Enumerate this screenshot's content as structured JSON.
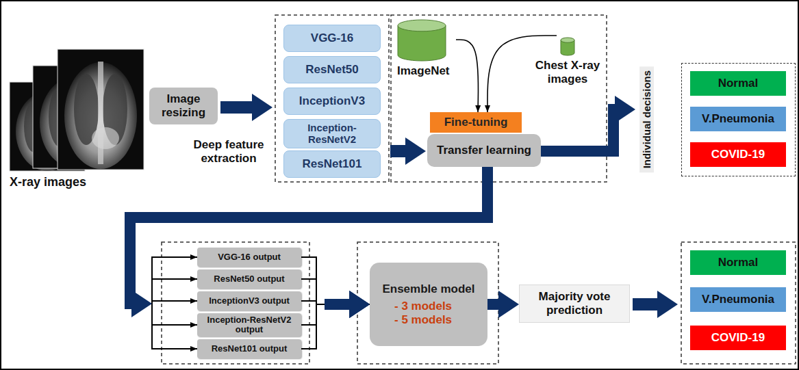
{
  "diagram": {
    "nodes": [
      {
        "text": [
          "Image resizing"
        ]
      },
      {
        "text": [
          "VGG-16"
        ]
      },
      {
        "text": [
          "ResNet50"
        ]
      },
      {
        "text": [
          "InceptionV3"
        ]
      },
      {
        "text": [
          "Inception-ResNetV2"
        ]
      },
      {
        "text": [
          "ResNet101"
        ]
      },
      {
        "text": [
          "ImageNet"
        ]
      },
      {
        "text": [
          "Chest X-ray images"
        ]
      },
      {
        "text": [
          "Fine-tuning"
        ]
      },
      {
        "text": [
          "Transfer learning"
        ]
      },
      {
        "text": [
          "Individual decisions"
        ]
      },
      {
        "text": [
          "Normal"
        ],
        "in": 10
      },
      {
        "text": [
          "V.Pneumonia"
        ],
        "in": 10
      },
      {
        "text": [
          "COVID-19"
        ],
        "in": 10
      },
      {
        "text": [
          "VGG-16 output"
        ]
      },
      {
        "text": [
          "ResNet50 output"
        ]
      },
      {
        "text": [
          "InceptionV3 output"
        ]
      },
      {
        "text": [
          "Inception-ResNetV2 output"
        ]
      },
      {
        "text": [
          "ResNet101 output"
        ]
      },
      {
        "text": [
          "Ensemble model",
          "- 3 models",
          "- 5 models"
        ]
      },
      {
        "text": [
          "Majority vote prediction"
        ]
      },
      {
        "text": [
          "Normal"
        ]
      },
      {
        "text": [
          "V.Pneumonia"
        ]
      },
      {
        "text": [
          "COVID-19"
        ]
      }
    ],
    "edges": [
      {
        "from": 6,
        "to": 8,
        "arrow": "to"
      },
      {
        "from": 7,
        "to": 8,
        "arrow": "to"
      },
      {
        "from": 9,
        "to": 10,
        "arrow": "to"
      },
      {
        "from": 9,
        "to": 14,
        "arrow": "to"
      },
      {
        "from": 9,
        "to": 15,
        "arrow": "to"
      },
      {
        "from": 9,
        "to": 16,
        "arrow": "to"
      },
      {
        "from": 9,
        "to": 17,
        "arrow": "to"
      },
      {
        "from": 9,
        "to": 18,
        "arrow": "to"
      },
      {
        "from": 14,
        "to": 19,
        "arrow": "to"
      },
      {
        "from": 15,
        "to": 19,
        "arrow": "to"
      },
      {
        "from": 16,
        "to": 19,
        "arrow": "to"
      },
      {
        "from": 17,
        "to": 19,
        "arrow": "to"
      },
      {
        "from": 18,
        "to": 19,
        "arrow": "to"
      },
      {
        "from": 19,
        "to": 20,
        "arrow": "to"
      }
    ],
    "labels": [
      "X-ray images",
      "Deep feature extraction"
    ]
  }
}
